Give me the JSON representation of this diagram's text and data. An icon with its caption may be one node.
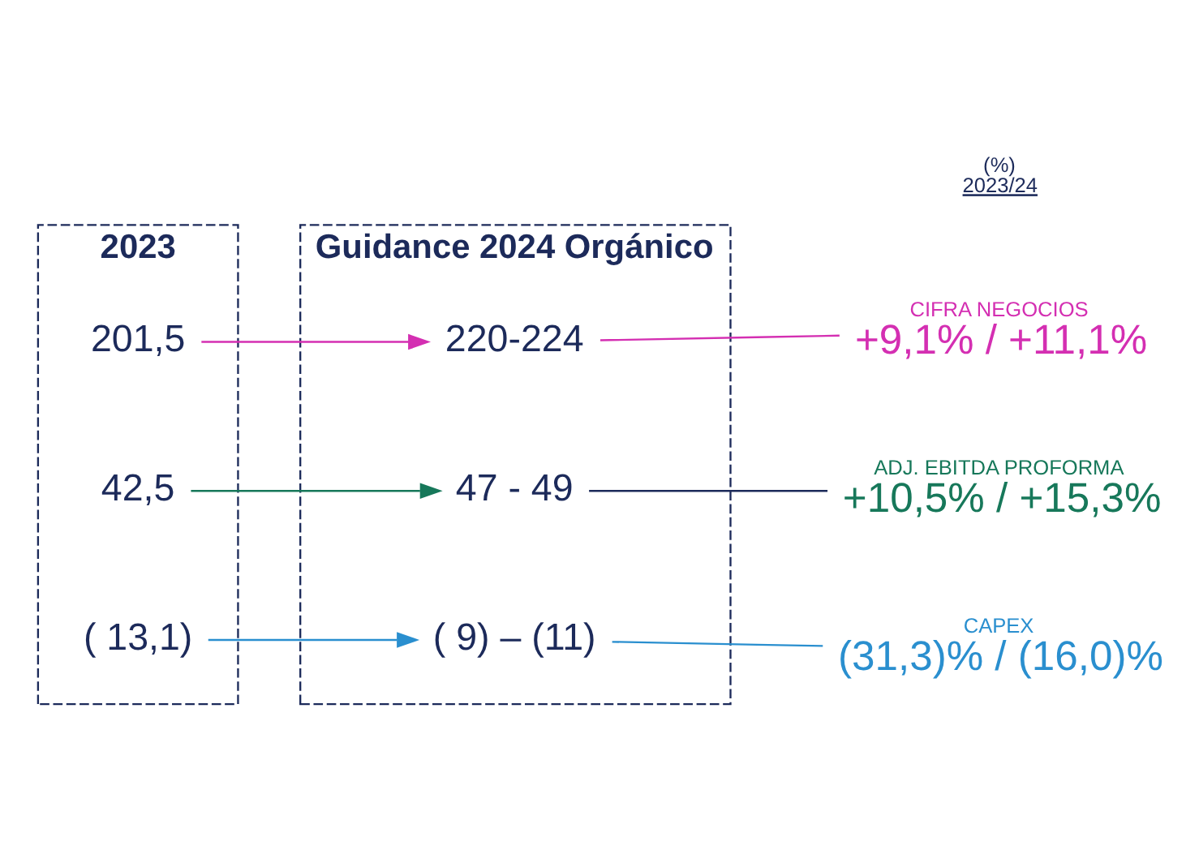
{
  "diagram": {
    "nodes": [
      {
        "text": [
          "2023"
        ]
      },
      {
        "text": [
          "201,5"
        ],
        "in": 0
      },
      {
        "text": [
          "42,5"
        ],
        "in": 0
      },
      {
        "text": [
          "( 13,1)"
        ],
        "in": 0
      },
      {
        "text": [
          "Guidance 2024 Orgánico"
        ]
      },
      {
        "text": [
          "220-224"
        ],
        "in": 4
      },
      {
        "text": [
          "47 - 49"
        ],
        "in": 4
      },
      {
        "text": [
          "( 9) – (11)"
        ],
        "in": 4
      },
      {
        "text": [
          "CIFRA NEGOCIOS",
          "+9,1% / +11,1%"
        ]
      },
      {
        "text": [
          "ADJ. EBITDA PROFORMA",
          "+10,5% / +15,3%"
        ]
      },
      {
        "text": [
          "CAPEX",
          "(31,3)% / (16,0)%"
        ]
      }
    ],
    "edges": [
      {
        "from": 1,
        "to": 5,
        "arrow": "to",
        "color": "#d42fb2"
      },
      {
        "from": 2,
        "to": 6,
        "arrow": "to",
        "color": "#17785a"
      },
      {
        "from": 3,
        "to": 7,
        "arrow": "to",
        "color": "#2a8fcf"
      },
      {
        "from": 5,
        "to": 8,
        "arrow": "none",
        "color": "#d42fb2"
      },
      {
        "from": 6,
        "to": 9,
        "arrow": "none",
        "color": "#1c2a5a"
      },
      {
        "from": 7,
        "to": 10,
        "arrow": "none",
        "color": "#2a8fcf"
      }
    ],
    "labels": [
      "(%)",
      "2023/24"
    ]
  }
}
